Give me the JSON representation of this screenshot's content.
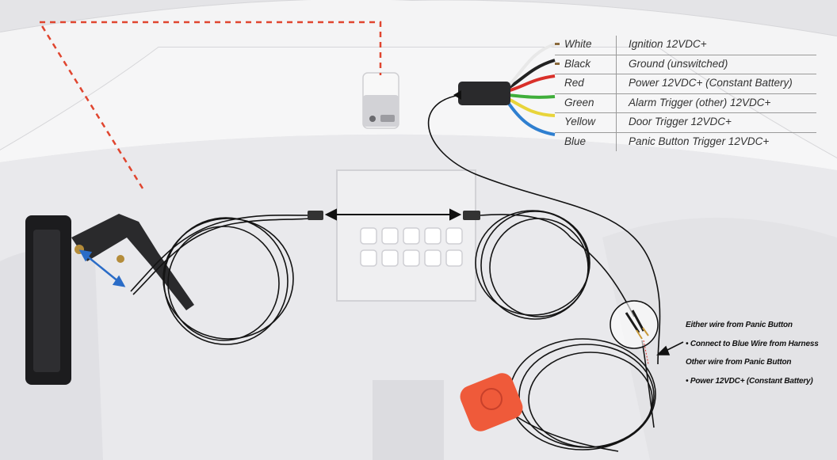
{
  "wiring": [
    {
      "color_name": "White",
      "function": "Ignition 12VDC+",
      "hex": "#e8e8e8"
    },
    {
      "color_name": "Black",
      "function": "Ground (unswitched)",
      "hex": "#222222"
    },
    {
      "color_name": "Red",
      "function": "Power 12VDC+ (Constant Battery)",
      "hex": "#d9302a"
    },
    {
      "color_name": "Green",
      "function": "Alarm Trigger (other) 12VDC+",
      "hex": "#3fae3a"
    },
    {
      "color_name": "Yellow",
      "function": "Door Trigger 12VDC+",
      "hex": "#e8d43a"
    },
    {
      "color_name": "Blue",
      "function": "Panic Button Trigger 12VDC+",
      "hex": "#2f7fd0"
    }
  ],
  "panic_notes": {
    "line1": "Either wire from Panic Button",
    "line2": "• Connect to Blue Wire from Harness",
    "line3": "Other wire from Panic Button",
    "line4": "• Power 12VDC+ (Constant Battery)"
  },
  "colors": {
    "antenna_dashed": "#e0452f",
    "panic_button": "#ef5a3a",
    "cable": "#1a1a1a",
    "arrow_blue": "#2a6cc7"
  }
}
